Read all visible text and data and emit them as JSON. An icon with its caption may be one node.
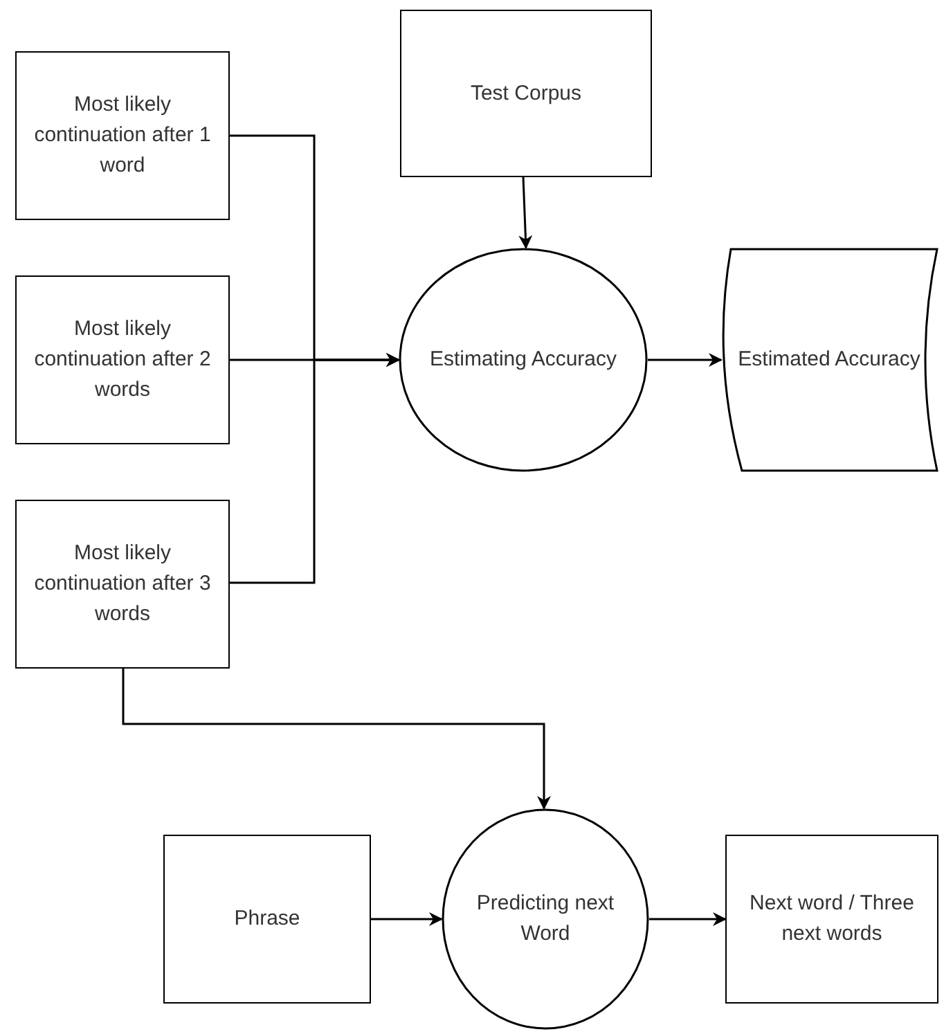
{
  "diagram": {
    "nodes": [
      {
        "text": [
          "Most likely continuation after 1 word"
        ]
      },
      {
        "text": [
          "Most likely continuation after 2 words"
        ]
      },
      {
        "text": [
          "Most likely continuation after 3 words"
        ]
      },
      {
        "text": [
          "Test Corpus"
        ]
      },
      {
        "text": [
          "Estimating Accuracy"
        ]
      },
      {
        "text": [
          "Estimated Accuracy"
        ]
      },
      {
        "text": [
          "Phrase"
        ]
      },
      {
        "text": [
          "Predicting next Word"
        ]
      },
      {
        "text": [
          "Next word / Three next words"
        ]
      }
    ],
    "edges": [
      {
        "from": 0,
        "to": 4,
        "arrow": "to"
      },
      {
        "from": 1,
        "to": 4,
        "arrow": "to"
      },
      {
        "from": 2,
        "to": 4,
        "arrow": "to"
      },
      {
        "from": 3,
        "to": 4,
        "arrow": "to"
      },
      {
        "from": 4,
        "to": 5,
        "arrow": "to"
      },
      {
        "from": 2,
        "to": 7,
        "arrow": "to"
      },
      {
        "from": 6,
        "to": 7,
        "arrow": "to"
      },
      {
        "from": 7,
        "to": 8,
        "arrow": "to"
      }
    ]
  }
}
